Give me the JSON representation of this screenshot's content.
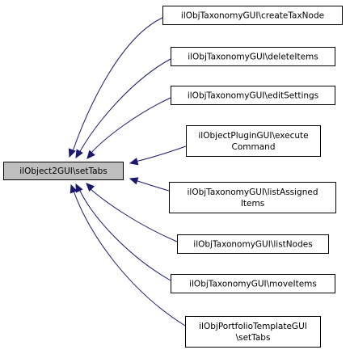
{
  "diagram": {
    "type": "call-graph",
    "edge_color": "#191970",
    "focus_fill": "#bfbfbf",
    "focus_node": {
      "id": "setTabs-focus",
      "lines": [
        "ilObject2GUI\\setTabs"
      ]
    },
    "caller_nodes": [
      {
        "id": "createTaxNode",
        "lines": [
          "ilObjTaxonomyGUI\\createTaxNode"
        ]
      },
      {
        "id": "deleteItems",
        "lines": [
          "ilObjTaxonomyGUI\\deleteItems"
        ]
      },
      {
        "id": "editSettings",
        "lines": [
          "ilObjTaxonomyGUI\\editSettings"
        ]
      },
      {
        "id": "executeCommand",
        "lines": [
          "ilObjectPluginGUI\\execute",
          "Command"
        ]
      },
      {
        "id": "listAssignedItems",
        "lines": [
          "ilObjTaxonomyGUI\\listAssigned",
          "Items"
        ]
      },
      {
        "id": "listNodes",
        "lines": [
          "ilObjTaxonomyGUI\\listNodes"
        ]
      },
      {
        "id": "moveItems",
        "lines": [
          "ilObjTaxonomyGUI\\moveItems"
        ]
      },
      {
        "id": "portfolioSetTabs",
        "lines": [
          "ilObjPortfolioTemplateGUI",
          "\\setTabs"
        ]
      }
    ]
  }
}
